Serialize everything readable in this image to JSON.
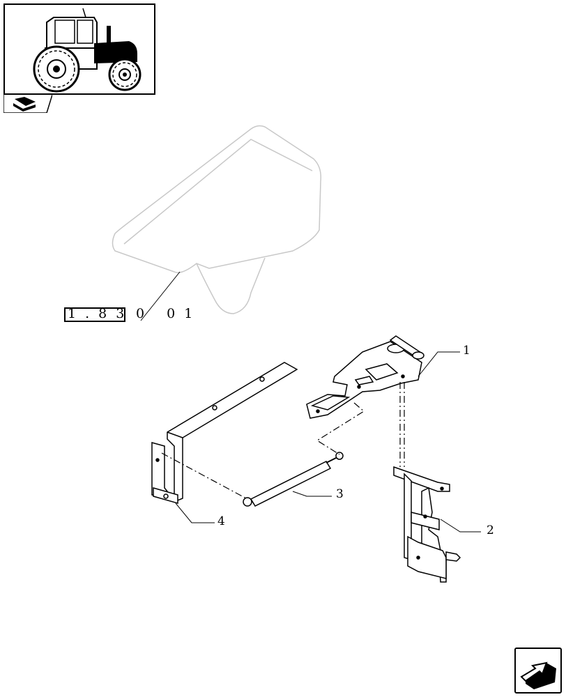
{
  "reference": {
    "code_boxed": "1.83",
    "code_suffix": "0 01"
  },
  "callouts": {
    "part_1": "1",
    "part_2": "2",
    "part_3": "3",
    "part_4": "4"
  },
  "icons": {
    "thumbnail": "tractor-thumbnail-icon",
    "book": "book-icon",
    "next": "next-page-arrow-icon"
  }
}
